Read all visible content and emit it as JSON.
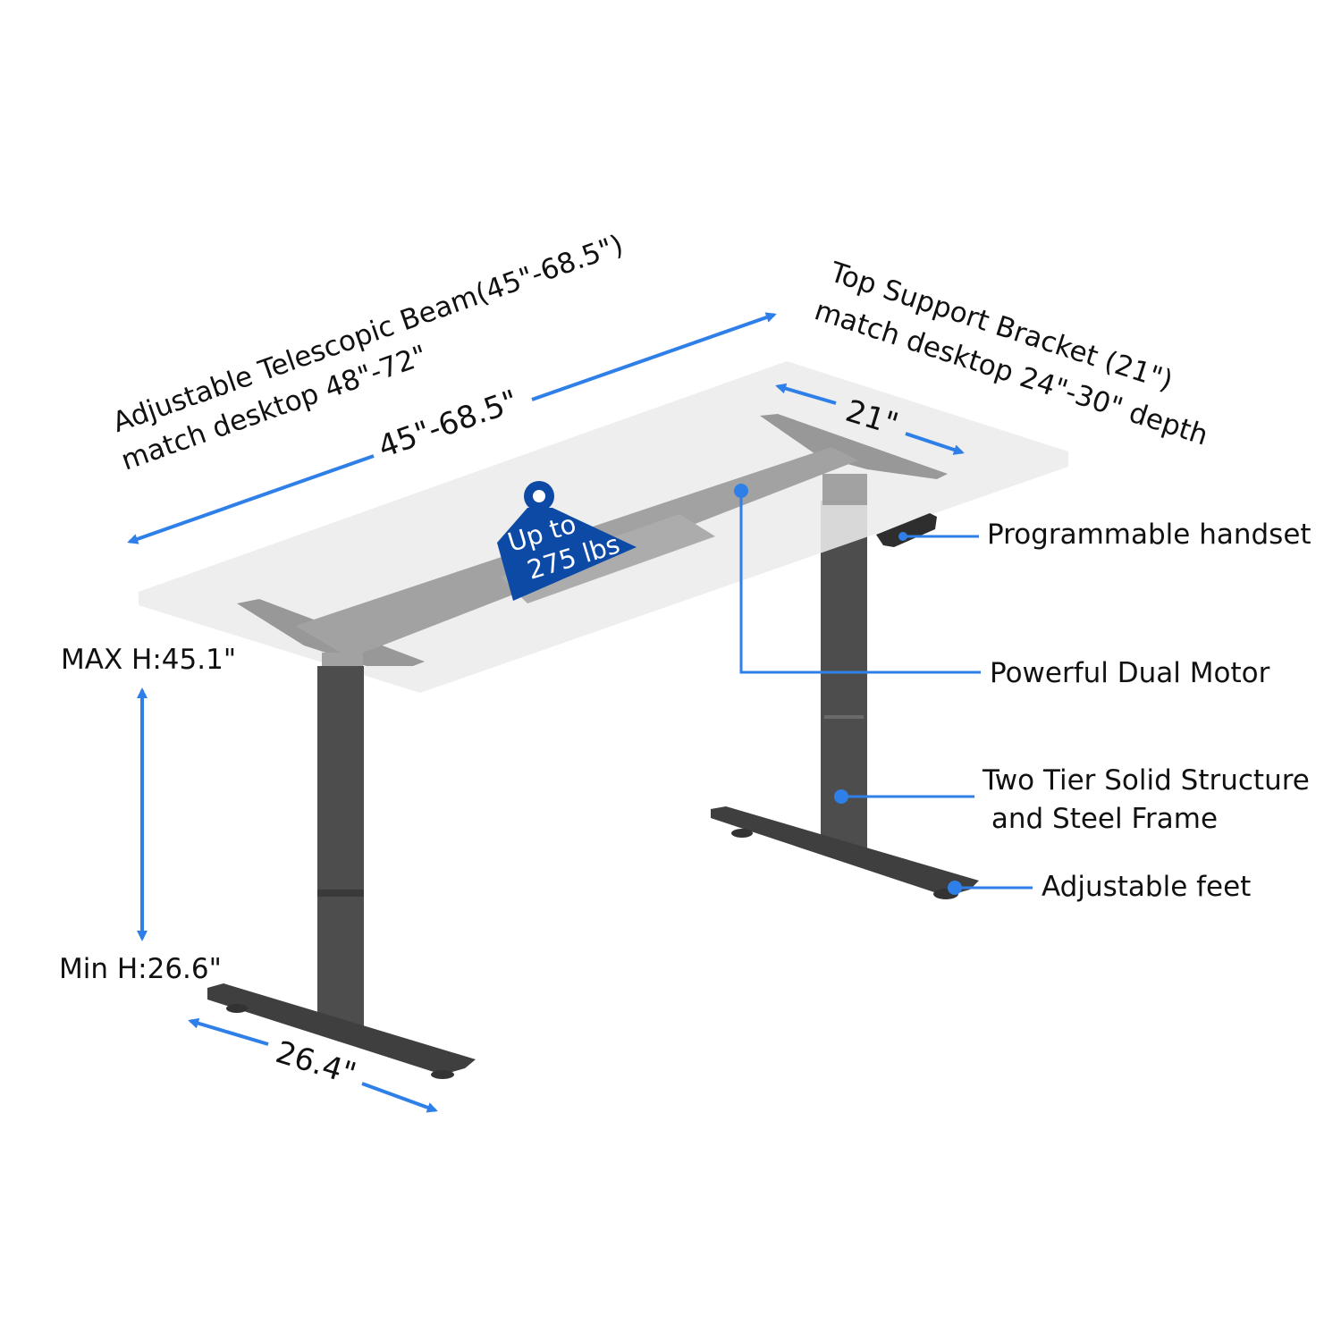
{
  "callouts": {
    "handset": "Programmable handset",
    "motor": "Powerful Dual Motor",
    "structure_line1": "Two Tier Solid Structure",
    "structure_line2": " and Steel Frame",
    "feet": "Adjustable feet"
  },
  "beam": {
    "title_line1": "Adjustable Telescopic Beam(45\"-68.5\")",
    "title_line2": "match desktop 48\"-72\"",
    "dimension": "45\"-68.5\""
  },
  "bracket": {
    "title_line1": "Top Support Bracket (21\")",
    "title_line2": "match desktop 24\"-30\" depth",
    "dimension": "21\""
  },
  "height": {
    "max": "MAX H:45.1\"",
    "min": "Min H:26.6\""
  },
  "foot_width": "26.4\"",
  "weight_tag": {
    "line1": "Up to",
    "line2": "275 lbs"
  },
  "colors": {
    "accent": "#2f7fe8",
    "weight_tag": "#0d4aa6",
    "desktop": "#ececec",
    "frame": "#4a4a4a",
    "frame_light": "#8f8f8f",
    "text": "#111111"
  }
}
